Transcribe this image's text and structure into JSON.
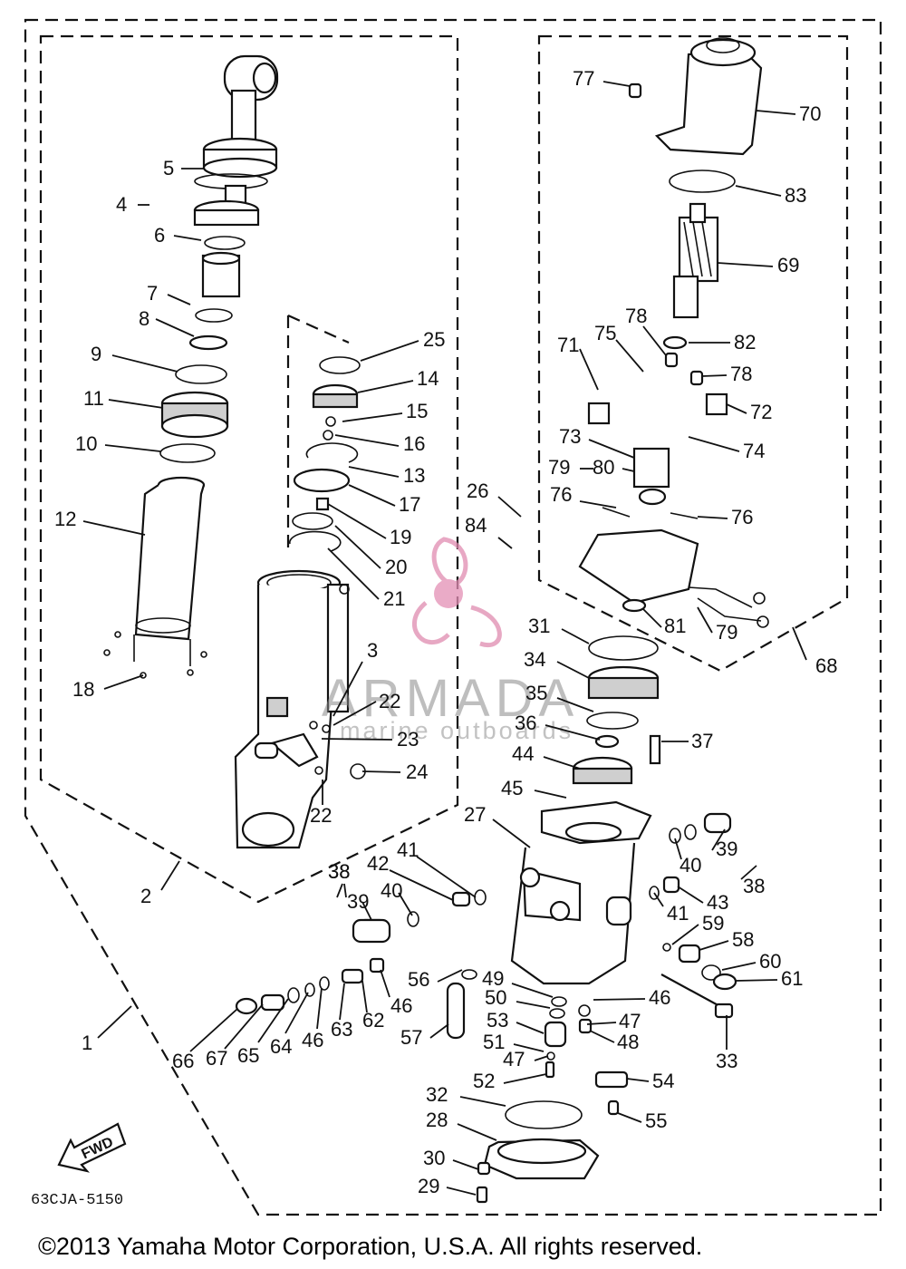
{
  "diagram": {
    "callouts": [
      "1",
      "2",
      "3",
      "4",
      "5",
      "6",
      "7",
      "8",
      "9",
      "10",
      "11",
      "12",
      "13",
      "14",
      "15",
      "16",
      "17",
      "18",
      "19",
      "20",
      "21",
      "22",
      "23",
      "24",
      "25",
      "26",
      "27",
      "28",
      "29",
      "30",
      "31",
      "32",
      "33",
      "34",
      "35",
      "36",
      "37",
      "38",
      "39",
      "40",
      "41",
      "42",
      "43",
      "44",
      "45",
      "46",
      "47",
      "48",
      "49",
      "50",
      "51",
      "52",
      "53",
      "54",
      "55",
      "56",
      "57",
      "58",
      "59",
      "60",
      "61",
      "62",
      "63",
      "64",
      "65",
      "66",
      "67",
      "68",
      "69",
      "70",
      "71",
      "72",
      "73",
      "74",
      "75",
      "76",
      "77",
      "78",
      "79",
      "80",
      "81",
      "82",
      "83",
      "84"
    ],
    "code": "63CJA-5150",
    "fwd_label": "FWD",
    "watermark_title": "ARMADA",
    "watermark_subtitle": "marine outboards",
    "copyright": "©2013 Yamaha Motor Corporation, U.S.A. All rights reserved."
  }
}
